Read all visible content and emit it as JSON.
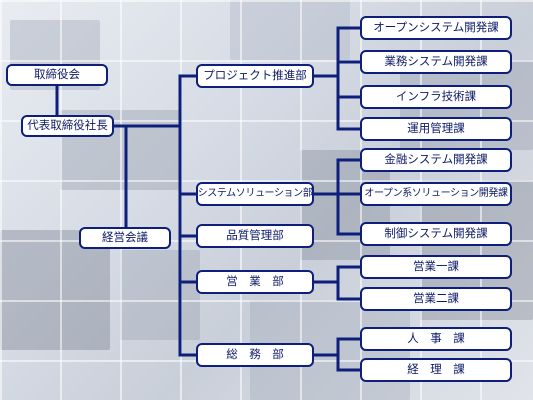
{
  "org": {
    "board": "取締役会",
    "president": "代表取締役社長",
    "management_council": "経営会議",
    "departments": {
      "project": "プロジェクト推進部",
      "solution": "システムソリューション部",
      "quality": "品質管理部",
      "sales": "営　業　部",
      "general": "総　務　部"
    },
    "sections": {
      "open_dev": "オープンシステム開発課",
      "business_dev": "業務システム開発課",
      "infra": "インフラ技術課",
      "operation": "運用管理課",
      "finance_dev": "金融システム開発課",
      "open_solution_dev": "オープン系ソリューション開発課",
      "control_dev": "制御システム開発課",
      "sales1": "営業一課",
      "sales2": "営業二課",
      "hr": "人　事　課",
      "accounting": "経　理　課"
    }
  },
  "colors": {
    "line": "#0d1f7a",
    "box_border": "#0d1f7a",
    "text": "#0d1a66"
  }
}
